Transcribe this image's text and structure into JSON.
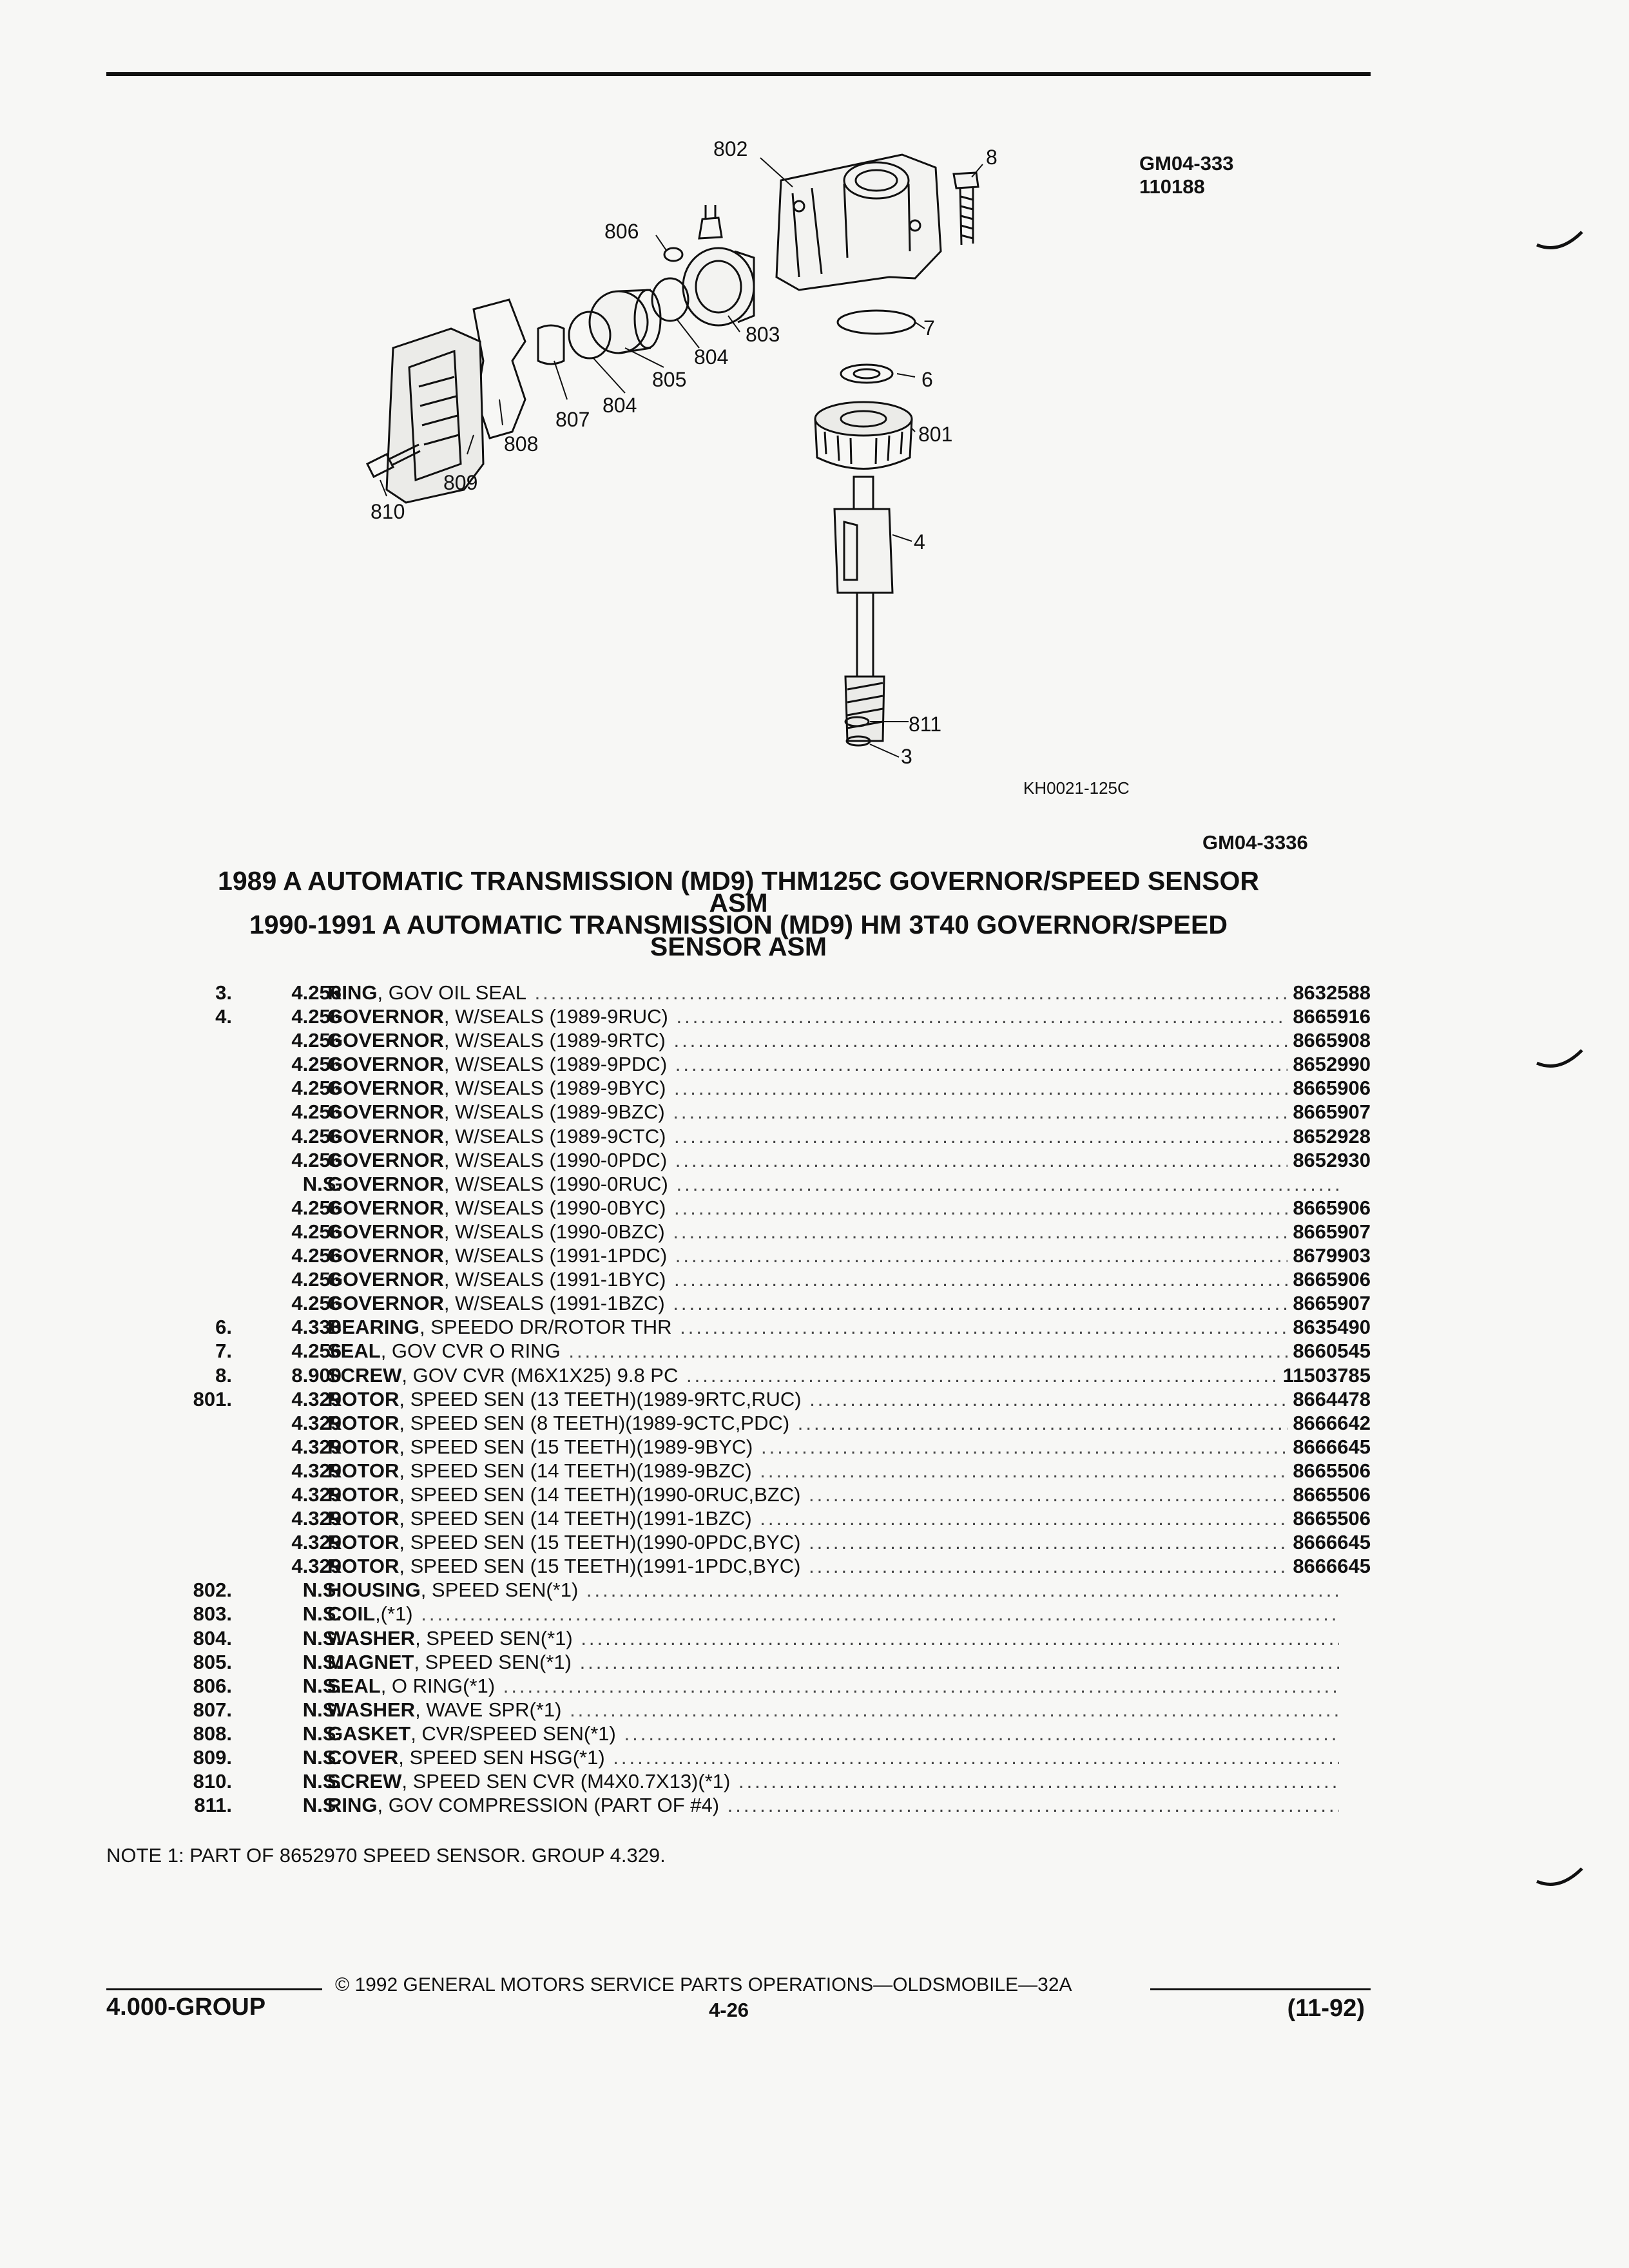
{
  "header": {
    "ref_code": "GM04-333",
    "ref_date": "110188"
  },
  "figure": {
    "code": "KH0021-125C",
    "callouts": [
      "802",
      "8",
      "806",
      "803",
      "7",
      "804",
      "805",
      "804",
      "6",
      "807",
      "801",
      "808",
      "809",
      "810",
      "4",
      "811",
      "3"
    ]
  },
  "table_code": "GM04-3336",
  "titles": [
    {
      "line1": "1989 A AUTOMATIC TRANSMISSION (MD9) THM125C GOVERNOR/SPEED SENSOR",
      "line2": "ASM"
    },
    {
      "line1": "1990-1991 A AUTOMATIC TRANSMISSION (MD9) HM 3T40 GOVERNOR/SPEED",
      "line2": "SENSOR ASM"
    }
  ],
  "parts": [
    {
      "ref": "3.",
      "grp": "4.256",
      "name": "RING",
      "desc": ", GOV OIL SEAL",
      "pn": "8632588"
    },
    {
      "ref": "4.",
      "grp": "4.256",
      "name": "GOVERNOR",
      "desc": ", W/SEALS (1989-9RUC)",
      "pn": "8665916"
    },
    {
      "ref": "",
      "grp": "4.256",
      "name": "GOVERNOR",
      "desc": ", W/SEALS (1989-9RTC)",
      "pn": "8665908"
    },
    {
      "ref": "",
      "grp": "4.256",
      "name": "GOVERNOR",
      "desc": ", W/SEALS (1989-9PDC)",
      "pn": "8652990"
    },
    {
      "ref": "",
      "grp": "4.256",
      "name": "GOVERNOR",
      "desc": ", W/SEALS (1989-9BYC)",
      "pn": "8665906"
    },
    {
      "ref": "",
      "grp": "4.256",
      "name": "GOVERNOR",
      "desc": ", W/SEALS (1989-9BZC)",
      "pn": "8665907"
    },
    {
      "ref": "",
      "grp": "4.256",
      "name": "GOVERNOR",
      "desc": ", W/SEALS (1989-9CTC)",
      "pn": "8652928"
    },
    {
      "ref": "",
      "grp": "4.256",
      "name": "GOVERNOR",
      "desc": ", W/SEALS (1990-0PDC)",
      "pn": "8652930"
    },
    {
      "ref": "",
      "grp": "N.S.",
      "name": "GOVERNOR",
      "desc": ", W/SEALS (1990-0RUC)",
      "pn": ""
    },
    {
      "ref": "",
      "grp": "4.256",
      "name": "GOVERNOR",
      "desc": ", W/SEALS (1990-0BYC)",
      "pn": "8665906"
    },
    {
      "ref": "",
      "grp": "4.256",
      "name": "GOVERNOR",
      "desc": ", W/SEALS (1990-0BZC)",
      "pn": "8665907"
    },
    {
      "ref": "",
      "grp": "4.256",
      "name": "GOVERNOR",
      "desc": ", W/SEALS (1991-1PDC)",
      "pn": "8679903"
    },
    {
      "ref": "",
      "grp": "4.256",
      "name": "GOVERNOR",
      "desc": ", W/SEALS (1991-1BYC)",
      "pn": "8665906"
    },
    {
      "ref": "",
      "grp": "4.256",
      "name": "GOVERNOR",
      "desc": ", W/SEALS (1991-1BZC)",
      "pn": "8665907"
    },
    {
      "ref": "6.",
      "grp": "4.330",
      "name": "BEARING",
      "desc": ", SPEEDO DR/ROTOR THR",
      "pn": "8635490"
    },
    {
      "ref": "7.",
      "grp": "4.256",
      "name": "SEAL",
      "desc": ", GOV CVR O RING",
      "pn": "8660545"
    },
    {
      "ref": "8.",
      "grp": "8.900",
      "name": "SCREW",
      "desc": ", GOV CVR (M6X1X25) 9.8 PC",
      "pn": "11503785"
    },
    {
      "ref": "801.",
      "grp": "4.329",
      "name": "ROTOR",
      "desc": ", SPEED SEN (13 TEETH)(1989-9RTC,RUC)",
      "pn": "8664478"
    },
    {
      "ref": "",
      "grp": "4.329",
      "name": "ROTOR",
      "desc": ", SPEED SEN (8 TEETH)(1989-9CTC,PDC)",
      "pn": "8666642"
    },
    {
      "ref": "",
      "grp": "4.329",
      "name": "ROTOR",
      "desc": ", SPEED SEN (15 TEETH)(1989-9BYC)",
      "pn": "8666645"
    },
    {
      "ref": "",
      "grp": "4.329",
      "name": "ROTOR",
      "desc": ", SPEED SEN (14 TEETH)(1989-9BZC)",
      "pn": "8665506"
    },
    {
      "ref": "",
      "grp": "4.329",
      "name": "ROTOR",
      "desc": ", SPEED SEN (14 TEETH)(1990-0RUC,BZC)",
      "pn": "8665506"
    },
    {
      "ref": "",
      "grp": "4.329",
      "name": "ROTOR",
      "desc": ", SPEED SEN (14 TEETH)(1991-1BZC)",
      "pn": "8665506"
    },
    {
      "ref": "",
      "grp": "4.329",
      "name": "ROTOR",
      "desc": ", SPEED SEN (15 TEETH)(1990-0PDC,BYC)",
      "pn": "8666645"
    },
    {
      "ref": "",
      "grp": "4.329",
      "name": "ROTOR",
      "desc": ", SPEED SEN (15 TEETH)(1991-1PDC,BYC)",
      "pn": "8666645"
    },
    {
      "ref": "802.",
      "grp": "N.S.",
      "name": "HOUSING",
      "desc": ", SPEED SEN(*1)",
      "pn": ""
    },
    {
      "ref": "803.",
      "grp": "N.S.",
      "name": "COIL",
      "desc": ",(*1)",
      "pn": ""
    },
    {
      "ref": "804.",
      "grp": "N.S.",
      "name": "WASHER",
      "desc": ", SPEED SEN(*1)",
      "pn": ""
    },
    {
      "ref": "805.",
      "grp": "N.S.",
      "name": "MAGNET",
      "desc": ", SPEED SEN(*1)",
      "pn": ""
    },
    {
      "ref": "806.",
      "grp": "N.S.",
      "name": "SEAL",
      "desc": ", O RING(*1)",
      "pn": ""
    },
    {
      "ref": "807.",
      "grp": "N.S.",
      "name": "WASHER",
      "desc": ", WAVE SPR(*1)",
      "pn": ""
    },
    {
      "ref": "808.",
      "grp": "N.S.",
      "name": "GASKET",
      "desc": ", CVR/SPEED SEN(*1)",
      "pn": ""
    },
    {
      "ref": "809.",
      "grp": "N.S.",
      "name": "COVER",
      "desc": ", SPEED SEN HSG(*1)",
      "pn": ""
    },
    {
      "ref": "810.",
      "grp": "N.S.",
      "name": "SCREW",
      "desc": ", SPEED SEN CVR (M4X0.7X13)(*1)",
      "pn": ""
    },
    {
      "ref": "811.",
      "grp": "N.S.",
      "name": "RING",
      "desc": ", GOV COMPRESSION (PART OF #4)",
      "pn": ""
    }
  ],
  "note": "NOTE 1: PART OF 8652970 SPEED SENSOR. GROUP 4.329.",
  "footer": {
    "copyright": "© 1992 GENERAL MOTORS SERVICE PARTS OPERATIONS—OLDSMOBILE—32A",
    "group": "4.000-GROUP",
    "page": "4-26",
    "date": "(11-92)"
  }
}
